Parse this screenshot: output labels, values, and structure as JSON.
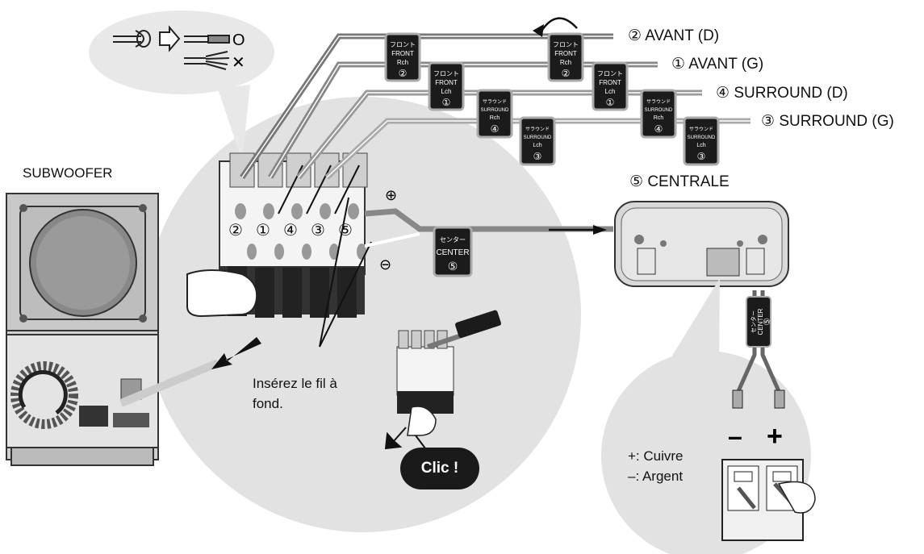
{
  "channels": [
    {
      "num": "②",
      "label": "AVANT (D)"
    },
    {
      "num": "①",
      "label": "AVANT (G)"
    },
    {
      "num": "④",
      "label": "SURROUND (D)"
    },
    {
      "num": "③",
      "label": "SURROUND (G)"
    },
    {
      "num": "⑤",
      "label": "CENTRALE"
    }
  ],
  "subwoofer_label": "SUBWOOFER",
  "insert_instruction": [
    "Insérez le fil à",
    "fond."
  ],
  "click_label": "Clic !",
  "polarity": {
    "plus_symbol": "+",
    "minus_symbol": "–",
    "plus_legend": "+: Cuivre",
    "minus_legend": "–: Argent",
    "terminal_plus": "⊕",
    "terminal_minus": "⊖"
  },
  "wire_prep": {
    "good_mark": "O",
    "bad_mark": "✕"
  },
  "terminal_numbers": [
    "②",
    "①",
    "④",
    "③",
    "⑤"
  ],
  "tags": {
    "front_r": {
      "kana": "フロント",
      "en": "FRONT",
      "side": "Rch",
      "num": "②"
    },
    "front_l": {
      "kana": "フロント",
      "en": "FRONT",
      "side": "Lch",
      "num": "①"
    },
    "surround_r": {
      "kana": "サラウンド",
      "en": "SURROUND",
      "side": "Rch",
      "num": "④"
    },
    "surround_l": {
      "kana": "サラウンド",
      "en": "SURROUND",
      "side": "Lch",
      "num": "③"
    },
    "center": {
      "kana": "センター",
      "en": "CENTER",
      "num": "⑤"
    }
  }
}
